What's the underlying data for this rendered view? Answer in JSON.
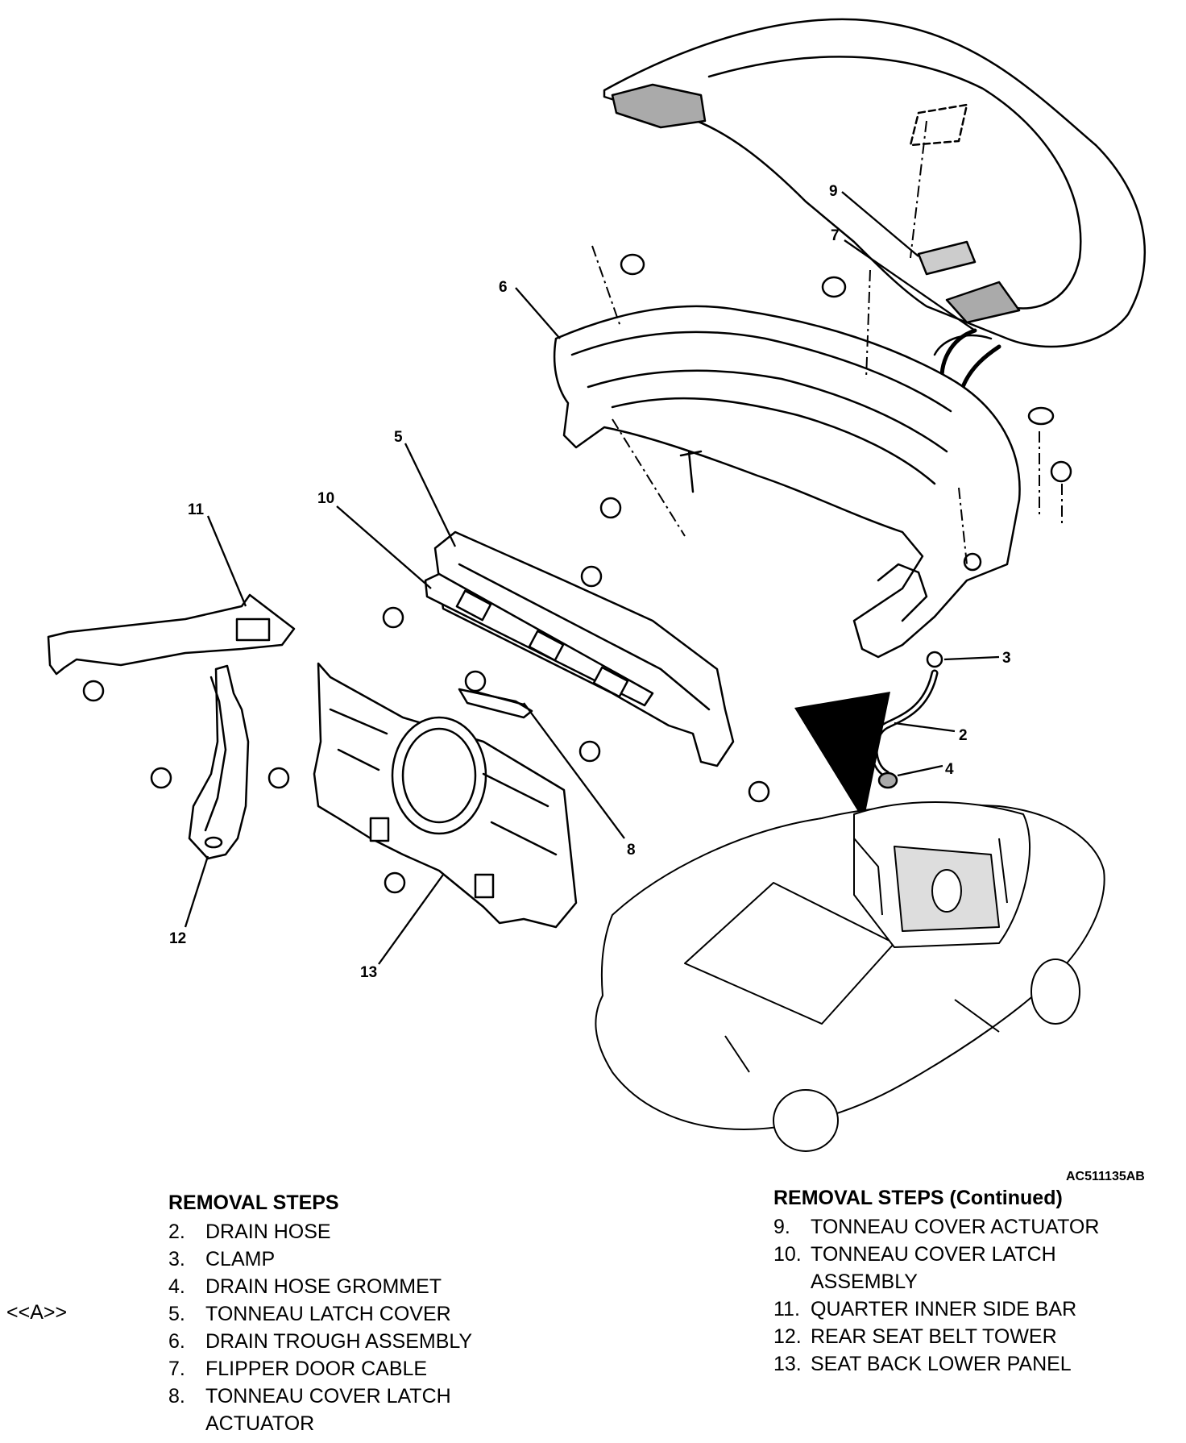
{
  "figure_id": "AC511135AB",
  "callouts": {
    "c2": "2",
    "c3": "3",
    "c4": "4",
    "c5": "5",
    "c6": "6",
    "c7": "7",
    "c8": "8",
    "c9": "9",
    "c10": "10",
    "c11": "11",
    "c12": "12",
    "c13": "13"
  },
  "side_note": "<<A>>",
  "removal_steps": {
    "title": "REMOVAL STEPS",
    "items": [
      {
        "num": "2.",
        "text": "DRAIN HOSE"
      },
      {
        "num": "3.",
        "text": "CLAMP"
      },
      {
        "num": "4.",
        "text": "DRAIN HOSE GROMMET"
      },
      {
        "num": "5.",
        "text": "TONNEAU LATCH COVER"
      },
      {
        "num": "6.",
        "text": "DRAIN TROUGH ASSEMBLY"
      },
      {
        "num": "7.",
        "text": "FLIPPER DOOR CABLE"
      },
      {
        "num": "8.",
        "text": "TONNEAU COVER LATCH ACTUATOR"
      }
    ]
  },
  "removal_steps_continued": {
    "title": "REMOVAL STEPS (Continued)",
    "items": [
      {
        "num": "9.",
        "text": "TONNEAU COVER ACTUATOR"
      },
      {
        "num": "10.",
        "text": "TONNEAU COVER LATCH ASSEMBLY"
      },
      {
        "num": "11.",
        "text": "QUARTER INNER SIDE BAR"
      },
      {
        "num": "12.",
        "text": "REAR SEAT BELT TOWER"
      },
      {
        "num": "13.",
        "text": "SEAT BACK LOWER PANEL"
      }
    ]
  }
}
